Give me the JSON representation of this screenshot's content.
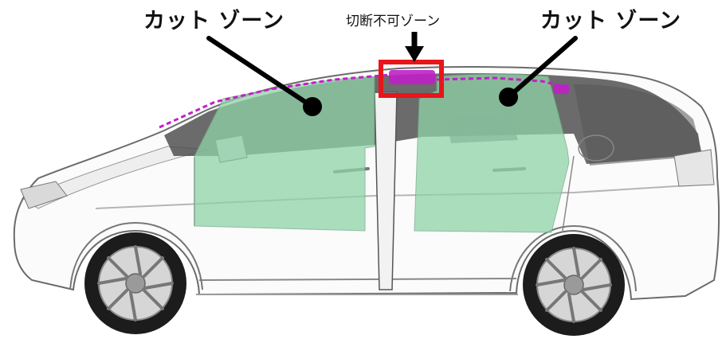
{
  "labels": {
    "cut_zone_left": "カット ゾーン",
    "no_cut_zone": "切断不可ゾーン",
    "cut_zone_right": "カット ゾーン"
  },
  "colors": {
    "cut_zone_fill": "#8fd3a8",
    "no_cut_frame": "#e8151b",
    "roof_rail": "#c020c8",
    "arrow": "#000000",
    "car_outline": "#6b6b6b",
    "window_glass": "#4a4a4a"
  }
}
